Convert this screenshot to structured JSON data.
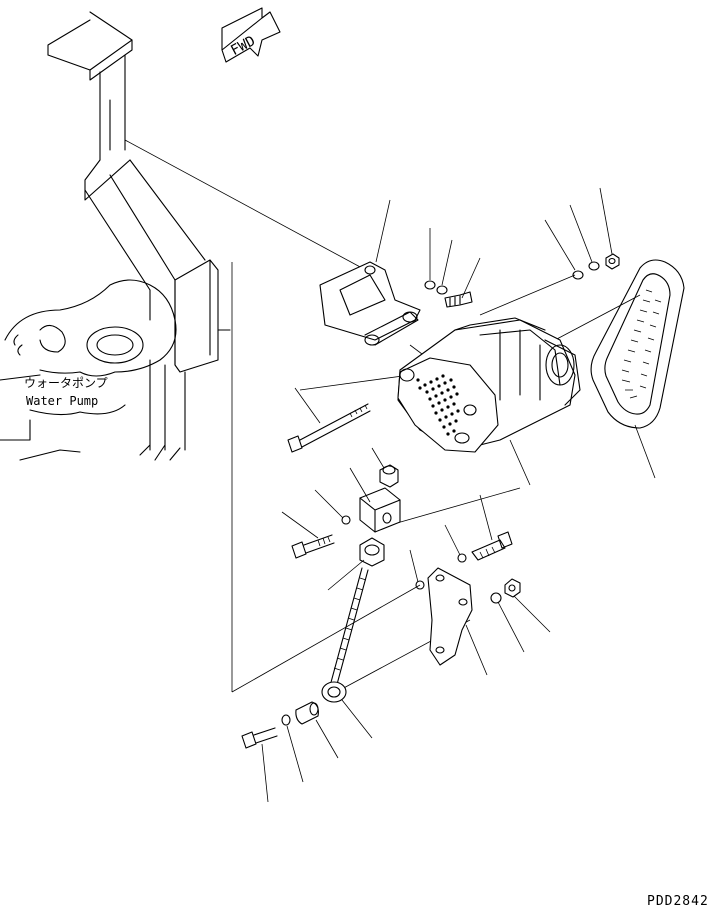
{
  "diagram": {
    "direction_tag": "FWD",
    "labels": {
      "water_pump_jp": "ウォータポンプ",
      "water_pump_en": "Water Pump"
    },
    "drawing_code": "PDD2842"
  }
}
